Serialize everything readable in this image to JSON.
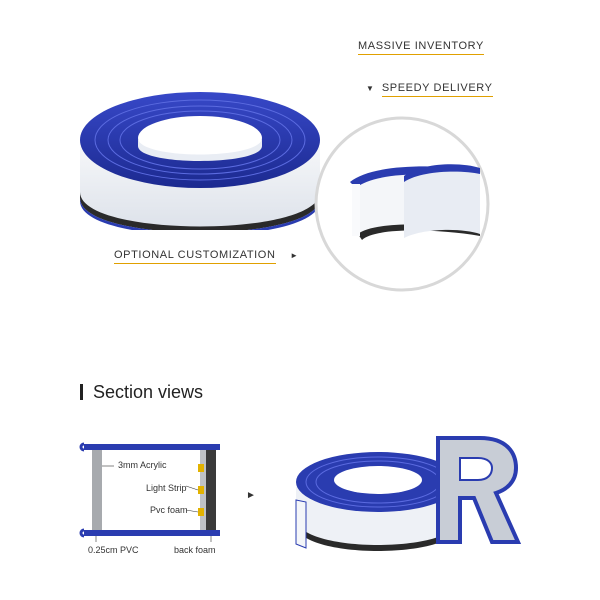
{
  "features": {
    "inventory": "MASSIVE  INVENTORY",
    "delivery": "SPEEDY DELIVERY",
    "customization": "OPTIONAL  CUSTOMIZATION"
  },
  "section": {
    "title": "Section views"
  },
  "diagram": {
    "acrylic": "3mm Acrylic",
    "light_strip": "Light Strip",
    "pvc_foam": "Pvc foam",
    "pvc": "0.25cm PVC",
    "back_foam": "back foam"
  },
  "colors": {
    "accent_underline": "#e0a000",
    "strip_blue": "#2a3cb0",
    "strip_white": "#f3f5f8",
    "strip_dark": "#2a2a2a"
  }
}
